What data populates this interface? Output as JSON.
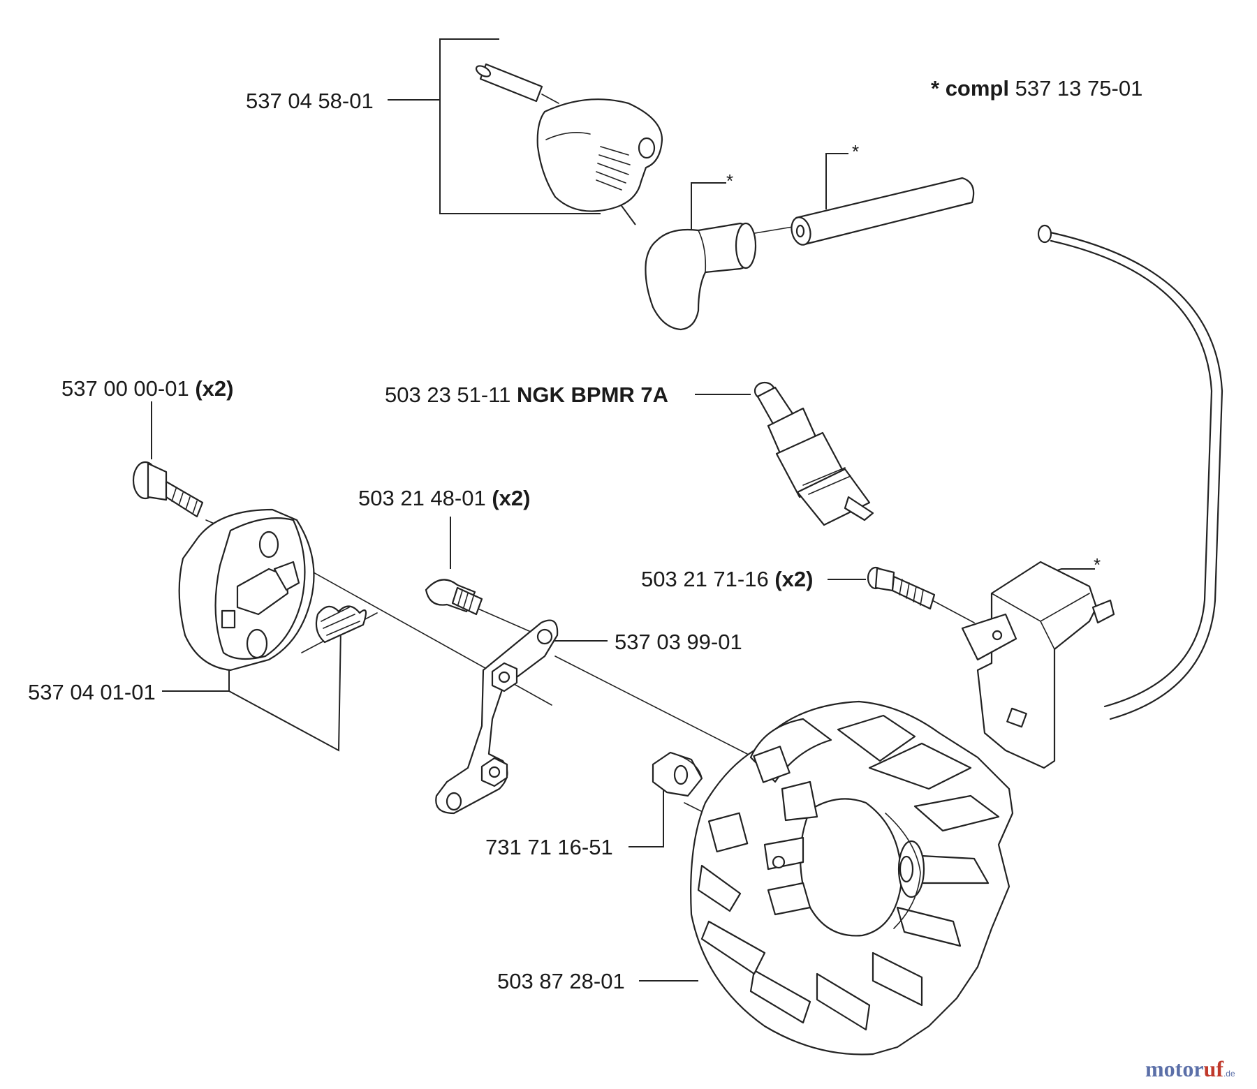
{
  "labels": {
    "boot_cap": {
      "num": "537 04 58-01"
    },
    "compl": {
      "prefix": "* ",
      "bold": "compl",
      "num": " 537 13 75-01"
    },
    "spark_plug": {
      "num": "503 23 51-11 ",
      "bold": "NGK BPMR 7A"
    },
    "screw_top": {
      "num": "537 00 00-01 ",
      "bold": "(x2)"
    },
    "screw_mid": {
      "num": "503 21 48-01 ",
      "bold": "(x2)"
    },
    "screw_module": {
      "num": "503 21 71-16 ",
      "bold": "(x2)"
    },
    "lever": {
      "num": "537 03 99-01"
    },
    "clutch": {
      "num": "537 04 01-01"
    },
    "nut": {
      "num": "731 71 16-51"
    },
    "flywheel": {
      "num": "503 87 28-01"
    }
  },
  "asterisk": "*",
  "watermark": {
    "part1": "motor",
    "part2": "uf",
    "part3": ".de"
  },
  "icons": [
    "boot-cap-icon",
    "spark-plug-boot-icon",
    "ignition-lead-icon",
    "spark-plug-icon",
    "screw-icon",
    "clutch-housing-icon",
    "spring-icon",
    "lever-plate-icon",
    "nut-icon",
    "flywheel-icon",
    "ignition-module-icon"
  ]
}
